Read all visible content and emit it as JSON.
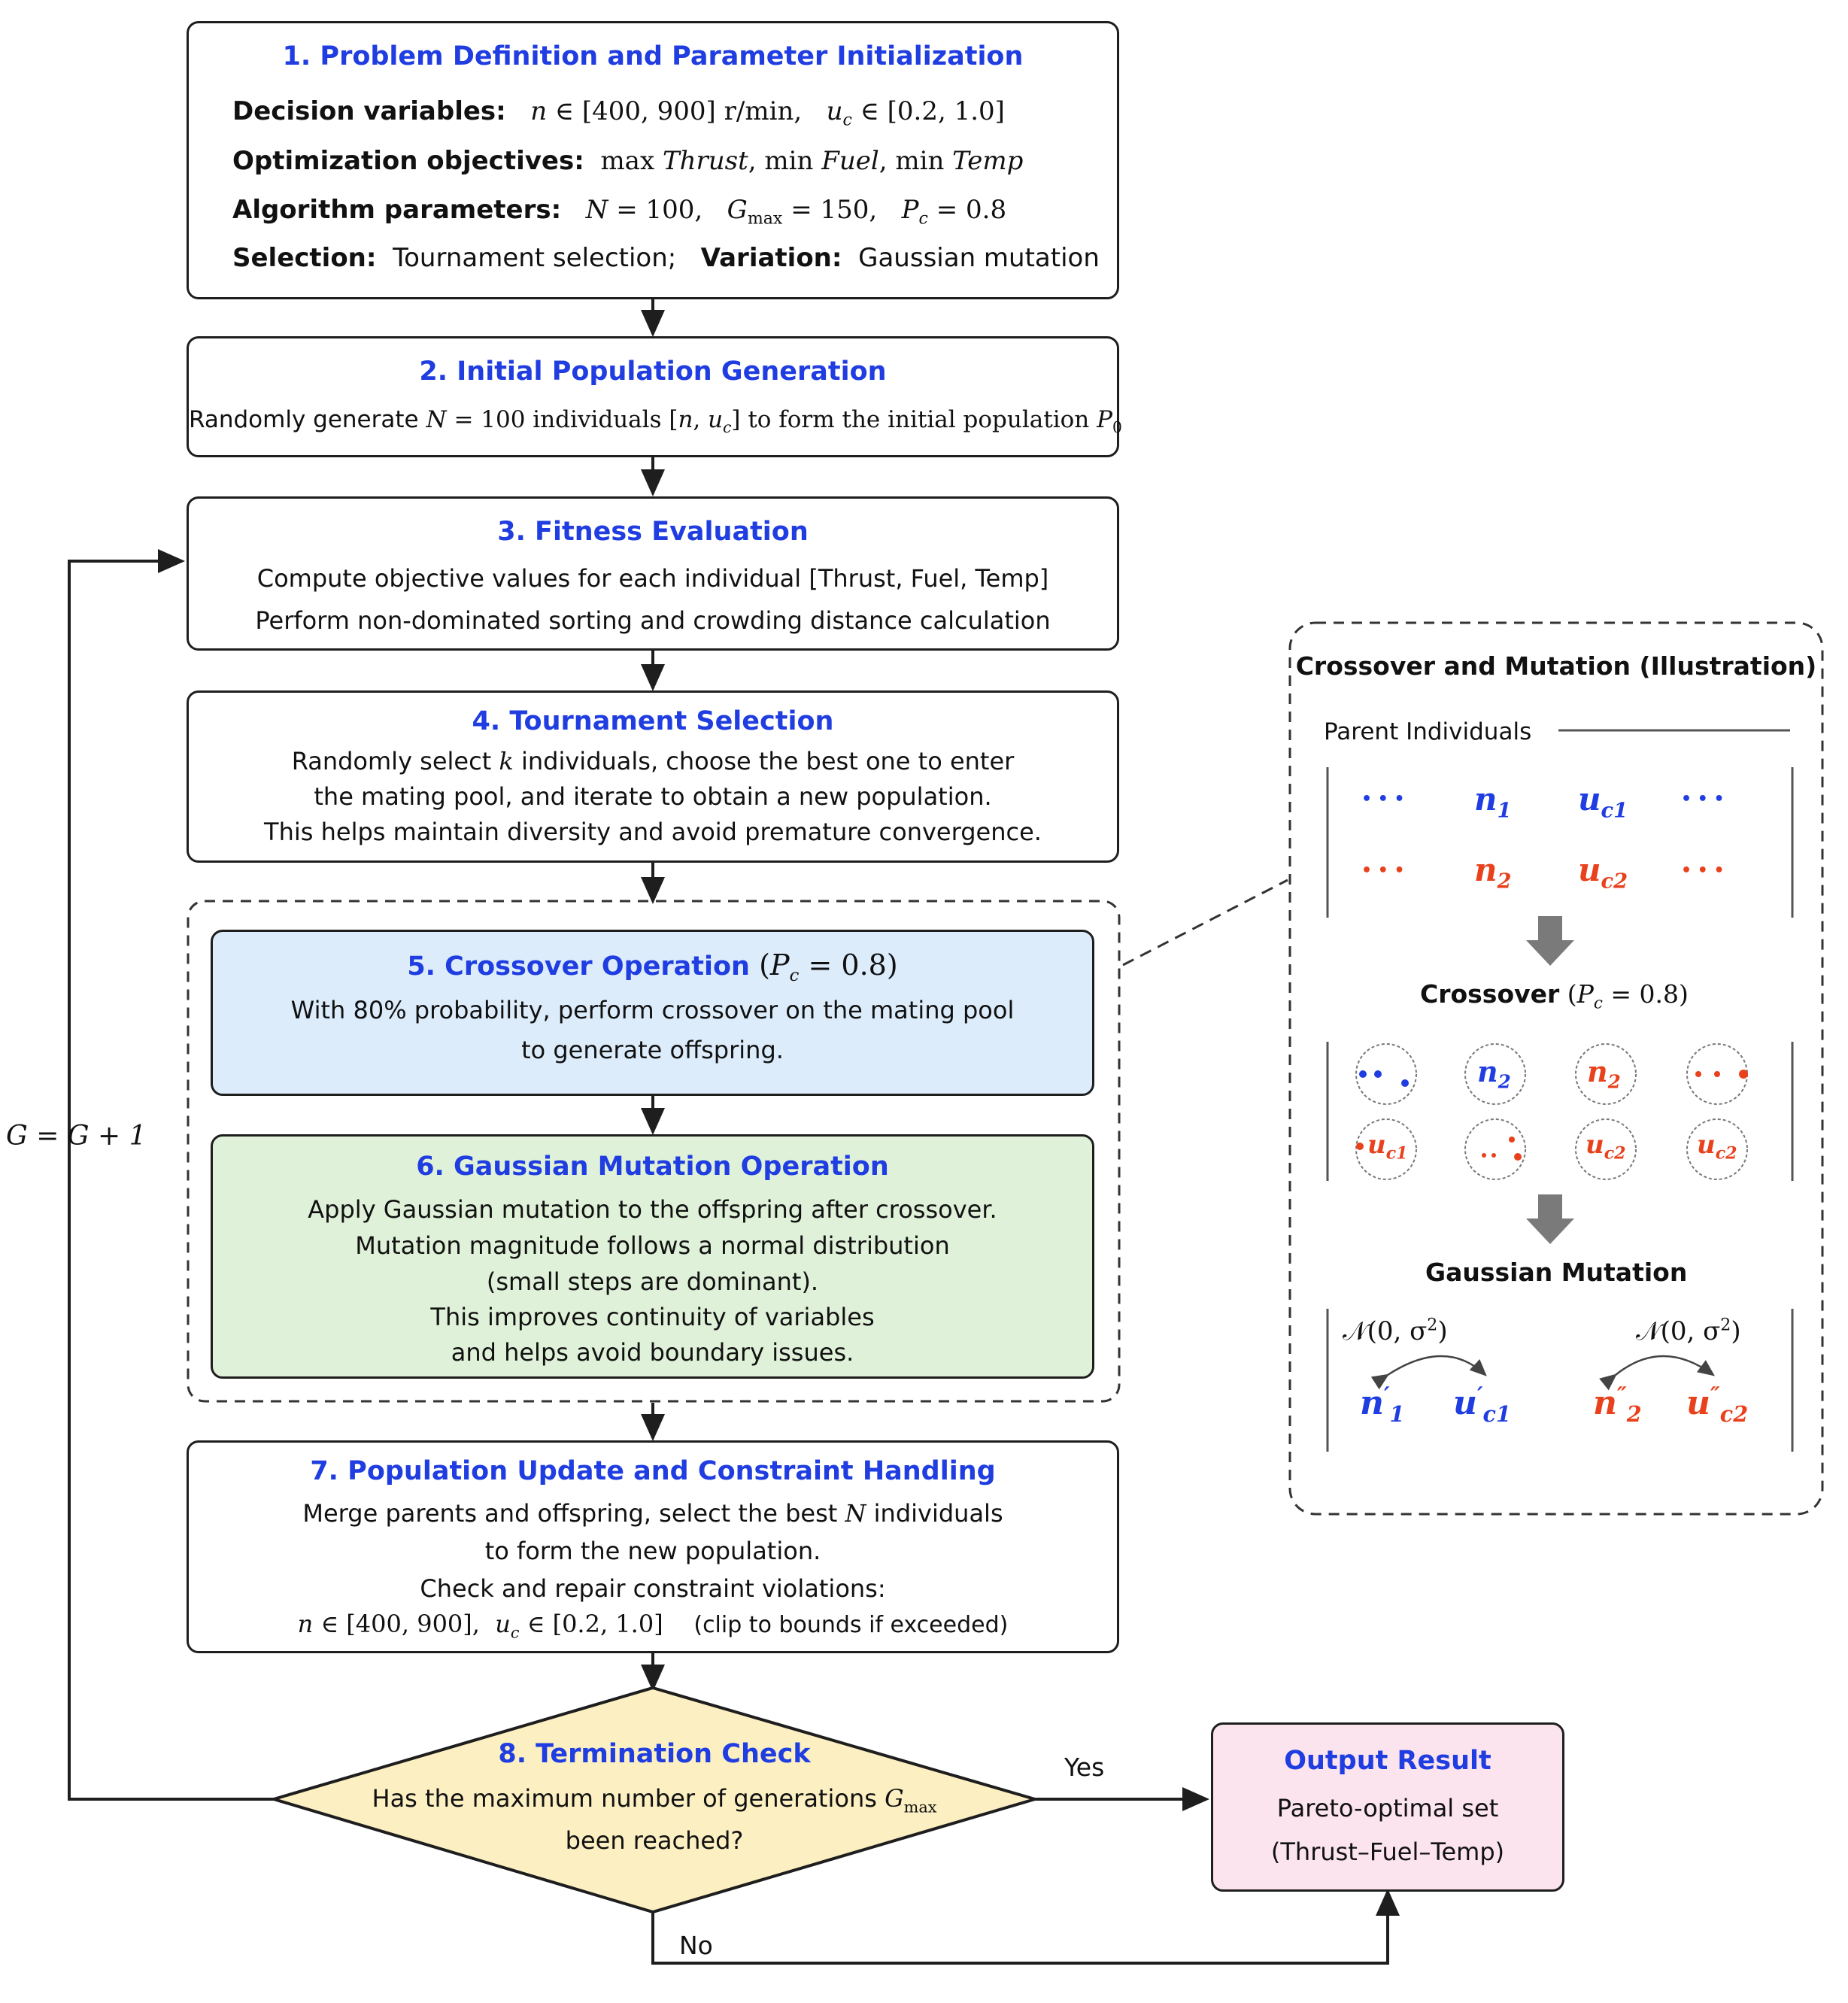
{
  "box1": {
    "title": "1. Problem Definition and Parameter Initialization",
    "dv_label": "Decision variables:",
    "dv_n": "n",
    "dv_n_range": "∈ [400, 900] r/min,",
    "dv_u": "u",
    "dv_u_sub": "c",
    "dv_u_range": "∈ [0.2, 1.0]",
    "obj_label": "Optimization objectives:",
    "obj_max": "max",
    "obj_thrust": "Thrust",
    "obj_min1": ",   min",
    "obj_fuel": "Fuel",
    "obj_min2": ",   min",
    "obj_temp": "Temp",
    "alg_label": "Algorithm parameters:",
    "alg_N": "N",
    "alg_N_val": "= 100,",
    "alg_G": "G",
    "alg_G_sub": "max",
    "alg_G_val": "= 150,",
    "alg_P": "P",
    "alg_P_sub": "c",
    "alg_P_val": "= 0.8",
    "sel_label": "Selection:",
    "sel_val": "Tournament selection;",
    "var_label": "Variation:",
    "var_val": "Gaussian mutation"
  },
  "box2": {
    "title": "2. Initial Population Generation",
    "line_a": "Randomly generate",
    "line_N": "N",
    "line_b": "= 100 individuals [",
    "line_n": "n",
    "line_c": ",",
    "line_u": "u",
    "line_u_sub": "c",
    "line_d": "] to form the initial population",
    "line_P": "P",
    "line_P_sub": "0"
  },
  "box3": {
    "title": "3. Fitness Evaluation",
    "line1": "Compute objective values for each individual [Thrust, Fuel, Temp]",
    "line2": "Perform non-dominated sorting and crowding distance calculation"
  },
  "box4": {
    "title": "4. Tournament Selection",
    "line1a": "Randomly select",
    "line1k": "k",
    "line1b": "individuals, choose the best one to enter",
    "line2": "the mating pool, and iterate to obtain a new population.",
    "line3": "This helps maintain diversity and avoid premature convergence."
  },
  "box5": {
    "title": "5. Crossover Operation",
    "title_paren_open": "(",
    "title_P": "P",
    "title_P_sub": "c",
    "title_val": "= 0.8)",
    "line1": "With 80% probability, perform crossover on the mating pool",
    "line2": "to generate offspring."
  },
  "box6": {
    "title": "6. Gaussian Mutation Operation",
    "line1": "Apply Gaussian mutation to the offspring after crossover.",
    "line2": "Mutation magnitude follows a normal distribution",
    "line3": "(small steps are dominant).",
    "line4": "This improves continuity of variables",
    "line5": "and helps avoid boundary issues."
  },
  "box7": {
    "title": "7. Population Update and Constraint Handling",
    "line1a": "Merge parents and offspring, select the best",
    "line1N": "N",
    "line1b": "individuals",
    "line2": "to form the new population.",
    "line3": "Check and repair constraint violations:",
    "line4_n": "n",
    "line4_a": "∈ [400, 900],",
    "line4_u": "u",
    "line4_u_sub": "c",
    "line4_b": "∈ [0.2, 1.0]",
    "line4_c": "(clip to bounds if exceeded)"
  },
  "box8": {
    "title": "8. Termination Check",
    "line1": "Has the maximum number of generations",
    "line1_G": "G",
    "line1_G_sub": "max",
    "line2": "been reached?"
  },
  "output": {
    "title": "Output Result",
    "line1": "Pareto-optimal set",
    "line2": "(Thrust–Fuel–Temp)"
  },
  "labels": {
    "yes": "Yes",
    "no": "No",
    "loop": "G = G + 1"
  },
  "illus": {
    "title": "Crossover and Mutation (Illustration)",
    "parents": "Parent Individuals",
    "dots": "• • •",
    "n": "n",
    "u": "u",
    "s1": "1",
    "s2": "2",
    "sc1": "c1",
    "sc2": "c2",
    "crossover": "Crossover",
    "cross_P": "P",
    "cross_P_sub": "c",
    "cross_val": "= 0.8)",
    "cross_open": "(",
    "mutation": "Gaussian Mutation",
    "normal": "𝒩(0, σ",
    "normal_sup": "2",
    "normal_close": ")"
  },
  "colors": {
    "title_blue": "#1f3de0",
    "red": "#e8411c",
    "crossover_fill": "#dcecfb",
    "mutation_fill": "#e0f1d9",
    "termination_fill": "#fcefc2",
    "output_fill": "#fce4ee"
  }
}
